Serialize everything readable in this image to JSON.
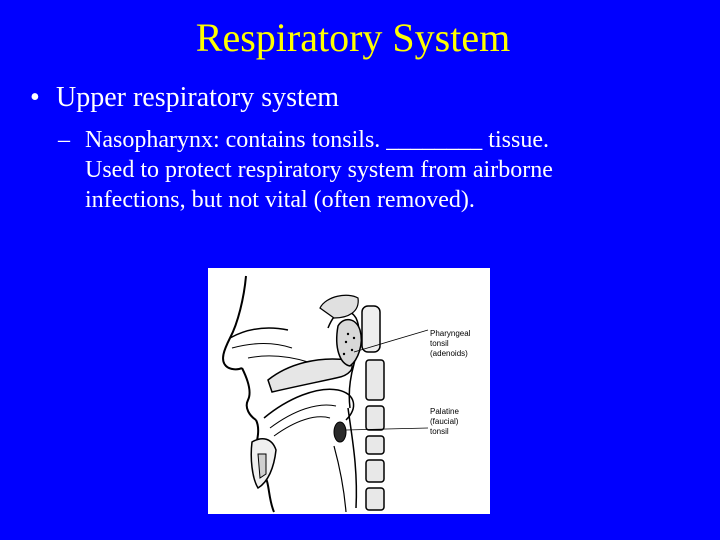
{
  "slide": {
    "title": "Respiratory System",
    "bullet_mark": "•",
    "bullet1": "Upper respiratory system",
    "dash_mark": "–",
    "bullet2_lines": [
      "Nasopharynx: contains tonsils. ________ tissue.",
      "Used to protect respiratory system from airborne",
      "infections, but not vital (often removed)."
    ],
    "colors": {
      "background": "#0000ff",
      "title": "#ffff00",
      "text": "#ffffff"
    }
  },
  "figure": {
    "labels": {
      "pharyngeal_1": "Pharyngeal",
      "pharyngeal_2": "tonsil",
      "pharyngeal_3": "(adenoids)",
      "palatine_1": "Palatine",
      "palatine_2": "(faucial)",
      "palatine_3": "tonsil"
    }
  }
}
